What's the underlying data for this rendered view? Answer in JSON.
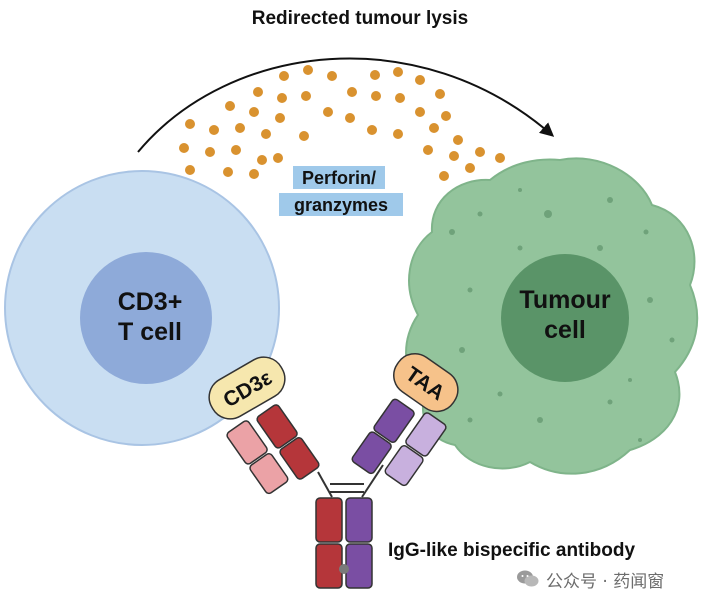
{
  "title": "Redirected tumour lysis",
  "perforin_label": {
    "line1": "Perforin/",
    "line2": "granzymes"
  },
  "t_cell": {
    "line1": "CD3+",
    "line2": "T cell"
  },
  "tumour_cell": {
    "line1": "Tumour",
    "line2": "cell"
  },
  "cd3e_label": "CD3ε",
  "taa_label": "TAA",
  "antibody_label": "IgG-like bispecific antibody",
  "watermark": {
    "text": "公众号 · 药闻窗",
    "icon": "wechat-icon"
  },
  "colors": {
    "t_cell_outer": "#c9def2",
    "t_cell_nucleus": "#8eaad9",
    "tumour_cell": "#93c49c",
    "tumour_nucleus": "#5a9468",
    "granule": "#d9922f",
    "perforin_highlight": "#9fc9ea",
    "cd3e_badge": "#f6e7ae",
    "taa_badge": "#f6c28a",
    "anti_cd3_heavy": "#b5363a",
    "anti_cd3_light": "#eba2a6",
    "anti_taa_heavy": "#7a4ea3",
    "anti_taa_light": "#c8b0de"
  }
}
